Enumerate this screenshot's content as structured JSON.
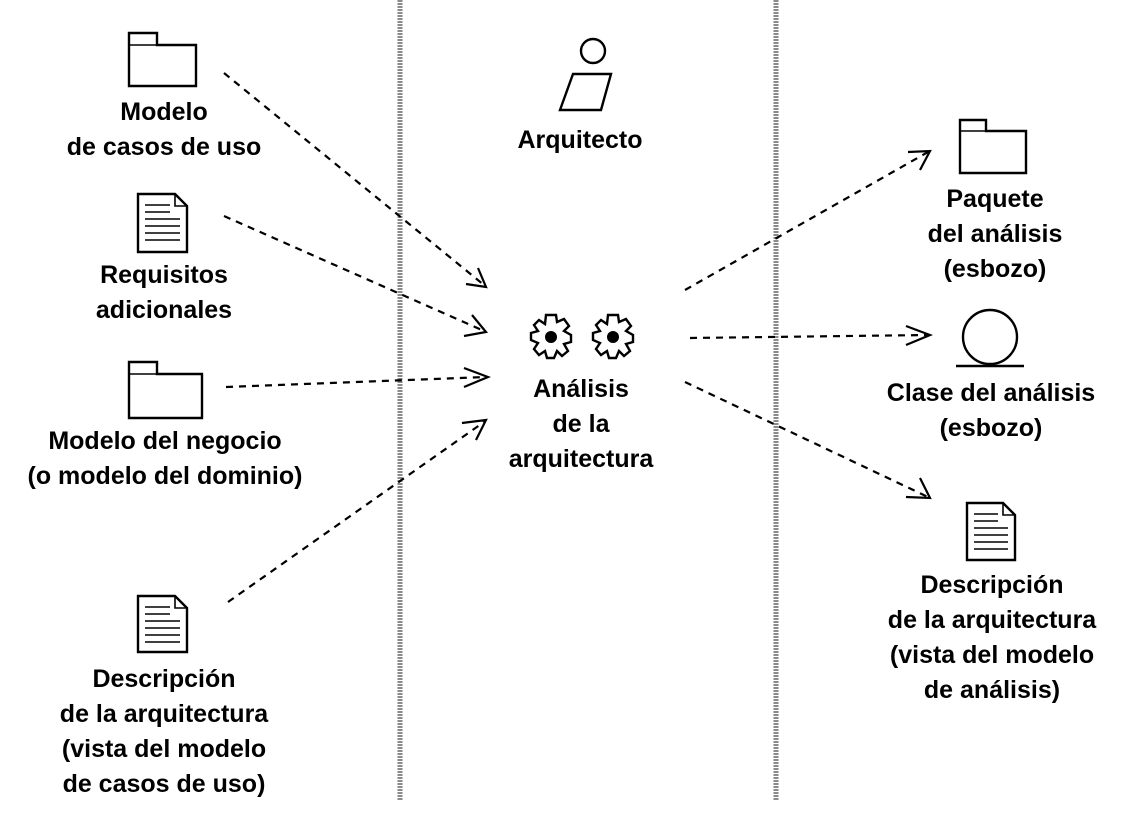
{
  "inputs": {
    "use_case_model": [
      "Modelo",
      "de casos de uso"
    ],
    "supplementary_requirements": [
      "Requisitos",
      "adicionales"
    ],
    "business_model": [
      "Modelo del negocio",
      "(o modelo del dominio)"
    ],
    "architecture_description_use_case": [
      "Descripción",
      "de la arquitectura",
      "(vista del modelo",
      "de casos de uso)"
    ]
  },
  "worker": {
    "role": "Arquitecto"
  },
  "activity": {
    "name": [
      "Análisis",
      "de la",
      "arquitectura"
    ]
  },
  "outputs": {
    "analysis_package": [
      "Paquete",
      "del análisis",
      "(esbozo)"
    ],
    "analysis_class": [
      "Clase del análisis",
      "(esbozo)"
    ],
    "architecture_description_analysis": [
      "Descripción",
      "de la arquitectura",
      "(vista del modelo",
      "de análisis)"
    ]
  }
}
